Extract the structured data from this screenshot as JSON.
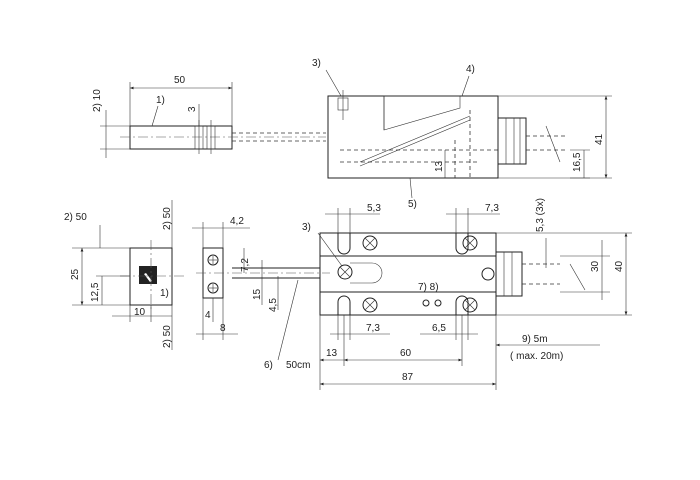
{
  "labels": {
    "c1": "1)",
    "c1b": "1)",
    "c2_10": "2) 10",
    "c2_50_top": "2) 50",
    "c2_50_left": "2) 50",
    "c2_50_bot": "2) 50",
    "c3": "3)",
    "c3b": "3)",
    "c4": "4)",
    "c5": "5)",
    "c6": "6)",
    "c6_len": "50cm",
    "c78": "7) 8)",
    "c9": "9) 5m",
    "c9_max": "( max. 20m)",
    "c53x": "5,3 (3x)"
  },
  "dims": {
    "d50": "50",
    "d3": "3",
    "d13": "13",
    "d16_5": "16,5",
    "d41": "41",
    "d25": "25",
    "d12_5": "12,5",
    "d10": "10",
    "d4": "4",
    "d4_2": "4,2",
    "d7_2": "7,2",
    "d15": "15",
    "d4_5": "4,5",
    "d8": "8",
    "d5_3": "5,3",
    "d7_3_top": "7,3",
    "d7_3_bot": "7,3",
    "d6_5": "6,5",
    "d13b": "13",
    "d60": "60",
    "d87": "87",
    "d30": "30",
    "d40": "40"
  }
}
